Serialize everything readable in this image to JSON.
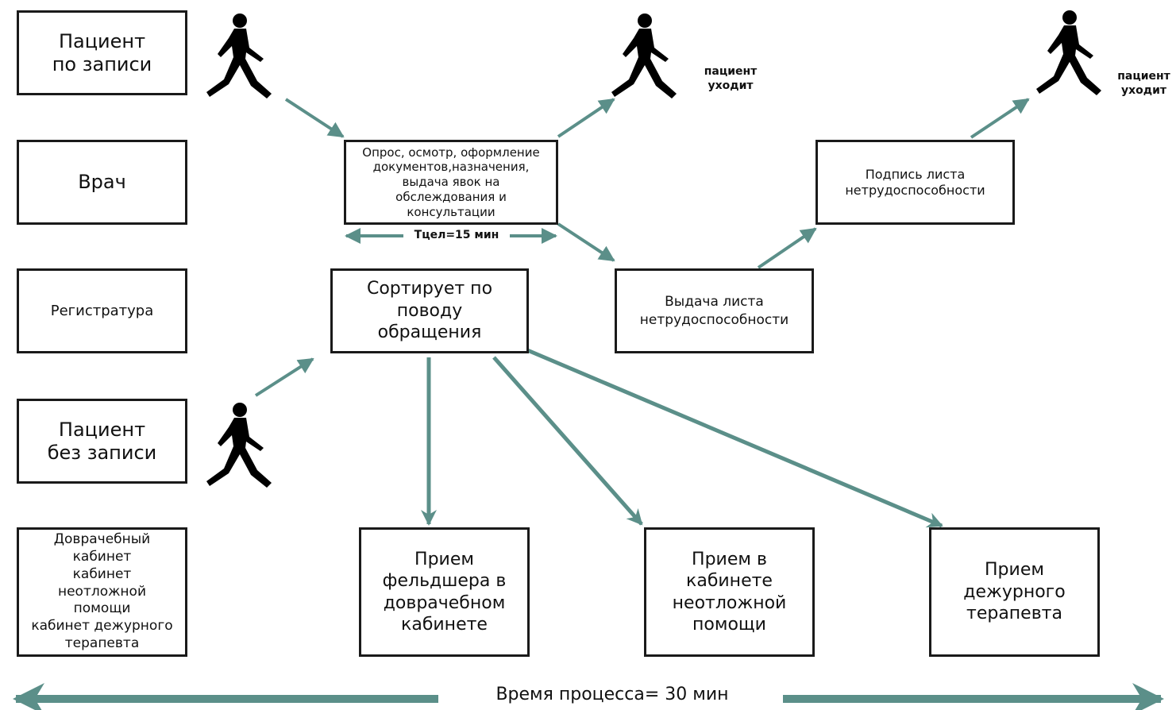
{
  "lanes": [
    "Пациент\nпо записи",
    "Врач",
    "Регистратура",
    "Пациент\nбез записи",
    "Доврачебный\nкабинет\nкабинет\nнеотложной\nпомощи\nкабинет дежурного\nтерапевта"
  ],
  "doctor_box": "Опрос, осмотр, оформление\nдокументов,назначения,\nвыдача явок на\nобслеждования и\nконсультации",
  "doctor_time": "Тцел=15 мин",
  "sorting_box": "Сортирует по\nповоду\nобращения",
  "sick_leave_issue": "Выдача листа\nнетрудоспособности",
  "sick_leave_sign": "Подпись листа\nнетрудоспособности",
  "patient_leaves": "пациент\nуходит",
  "destinations": [
    "Прием\nфельдшера в\nдоврачебном\nкабинете",
    "Прием в\nкабинете\nнеотложной\nпомощи",
    "Прием\nдежурного\nтерапевта"
  ],
  "process_time": "Время процесса= 30 мин",
  "colors": {
    "arrow": "#5b8f89",
    "border": "#1a1a1a",
    "figure": "#000000"
  },
  "icons": [
    "walking-person-icon"
  ]
}
